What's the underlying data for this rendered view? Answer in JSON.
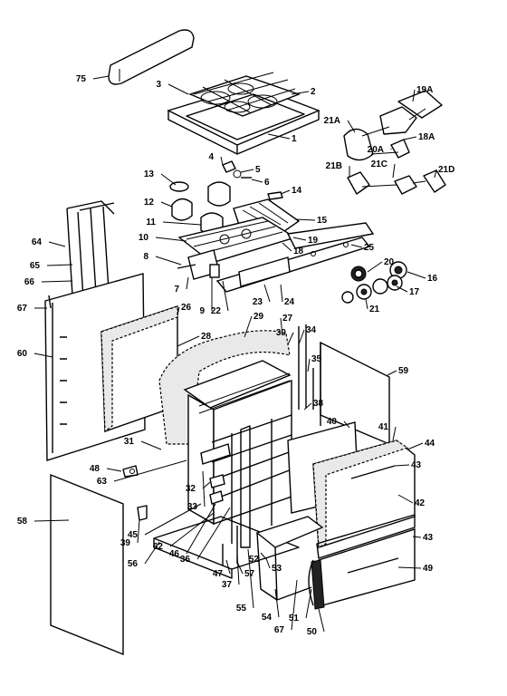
{
  "diagram": {
    "callouts": [
      {
        "id": "75"
      },
      {
        "id": "3"
      },
      {
        "id": "2"
      },
      {
        "id": "1"
      },
      {
        "id": "19A"
      },
      {
        "id": "21A"
      },
      {
        "id": "18A"
      },
      {
        "id": "20A"
      },
      {
        "id": "21B"
      },
      {
        "id": "21C"
      },
      {
        "id": "21D"
      },
      {
        "id": "4"
      },
      {
        "id": "5"
      },
      {
        "id": "6"
      },
      {
        "id": "13"
      },
      {
        "id": "14"
      },
      {
        "id": "12"
      },
      {
        "id": "11"
      },
      {
        "id": "15"
      },
      {
        "id": "10"
      },
      {
        "id": "19"
      },
      {
        "id": "18"
      },
      {
        "id": "8"
      },
      {
        "id": "25"
      },
      {
        "id": "20"
      },
      {
        "id": "16"
      },
      {
        "id": "7"
      },
      {
        "id": "9"
      },
      {
        "id": "22"
      },
      {
        "id": "23"
      },
      {
        "id": "24"
      },
      {
        "id": "17"
      },
      {
        "id": "21"
      },
      {
        "id": "64"
      },
      {
        "id": "65"
      },
      {
        "id": "66"
      },
      {
        "id": "67"
      },
      {
        "id": "26"
      },
      {
        "id": "29"
      },
      {
        "id": "27"
      },
      {
        "id": "28"
      },
      {
        "id": "30"
      },
      {
        "id": "34"
      },
      {
        "id": "35"
      },
      {
        "id": "59"
      },
      {
        "id": "60"
      },
      {
        "id": "38"
      },
      {
        "id": "40"
      },
      {
        "id": "41"
      },
      {
        "id": "44"
      },
      {
        "id": "31"
      },
      {
        "id": "43"
      },
      {
        "id": "48"
      },
      {
        "id": "63"
      },
      {
        "id": "33"
      },
      {
        "id": "32"
      },
      {
        "id": "42"
      },
      {
        "id": "58"
      },
      {
        "id": "45"
      },
      {
        "id": "39"
      },
      {
        "id": "62"
      },
      {
        "id": "46"
      },
      {
        "id": "36"
      },
      {
        "id": "56"
      },
      {
        "id": "47"
      },
      {
        "id": "57"
      },
      {
        "id": "37"
      },
      {
        "id": "52"
      },
      {
        "id": "53"
      },
      {
        "id": "55"
      },
      {
        "id": "54"
      },
      {
        "id": "67"
      },
      {
        "id": "51"
      },
      {
        "id": "50"
      },
      {
        "id": "43"
      },
      {
        "id": "49"
      }
    ]
  }
}
